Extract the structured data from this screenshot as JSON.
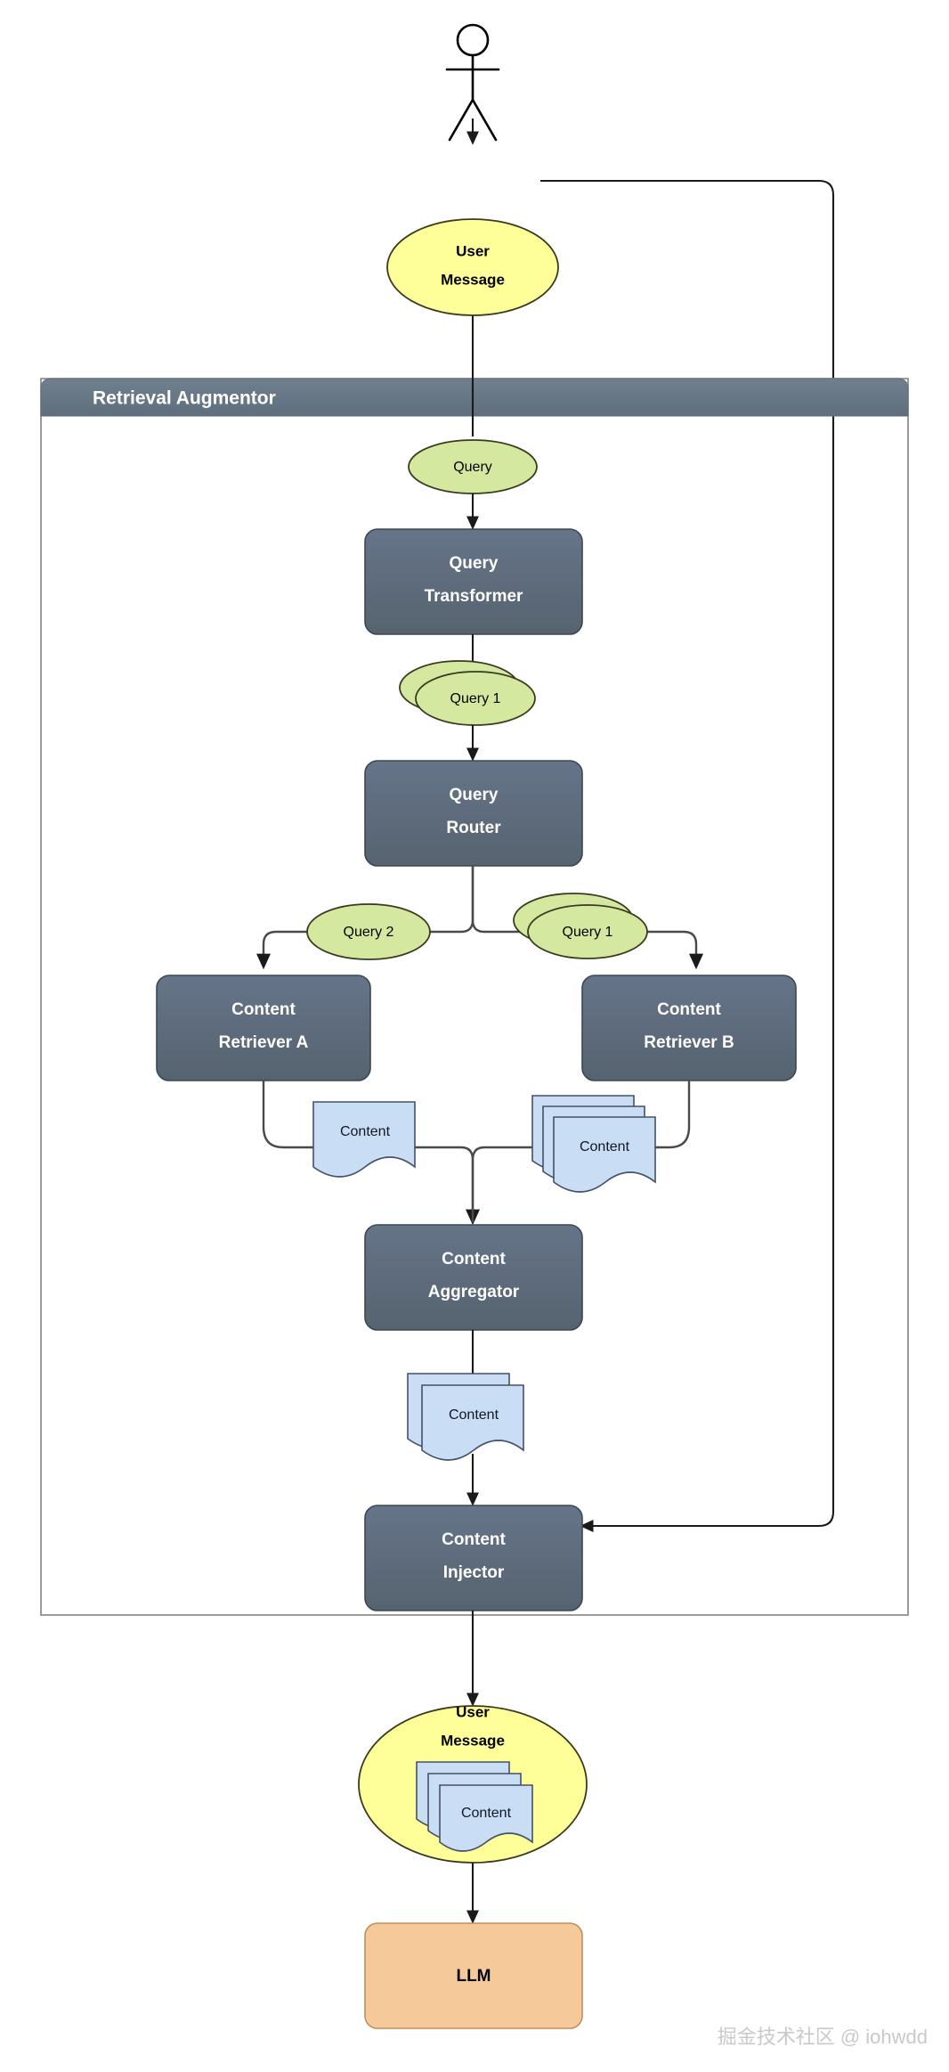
{
  "diagram": {
    "title": "Retrieval Augmentor",
    "type": "flowchart",
    "actor": {
      "name": "user-actor",
      "icon": "stick-figure-icon"
    },
    "group": {
      "label": "Retrieval Augmentor",
      "header_color": "#68788a",
      "border_color": "#8a8a8a"
    },
    "colors": {
      "process_fill": "#5d6b7a",
      "process_text": "#ffffff",
      "message_fill": "#ffff99",
      "query_fill": "#d5e8a0",
      "document_fill": "#c9ddf4",
      "llm_fill": "#f6c99a",
      "edge": "#1a1a1a"
    },
    "nodes": [
      {
        "id": "user-message-top",
        "label": "User Message",
        "shape": "ellipse",
        "fill": "#ffff99"
      },
      {
        "id": "query",
        "label": "Query",
        "shape": "ellipse",
        "fill": "#d5e8a0"
      },
      {
        "id": "query-transformer",
        "label": "Query Transformer",
        "line1": "Query",
        "line2": "Transformer",
        "shape": "rounded-rect",
        "fill": "#5d6b7a"
      },
      {
        "id": "query-1-stack",
        "label": "Query 1",
        "shape": "ellipse-stack",
        "fill": "#d5e8a0"
      },
      {
        "id": "query-router",
        "label": "Query Router",
        "line1": "Query",
        "line2": "Router",
        "shape": "rounded-rect",
        "fill": "#5d6b7a"
      },
      {
        "id": "query-2",
        "label": "Query 2",
        "shape": "ellipse",
        "fill": "#d5e8a0"
      },
      {
        "id": "query-1-branch",
        "label": "Query 1",
        "shape": "ellipse-stack",
        "fill": "#d5e8a0"
      },
      {
        "id": "content-retriever-a",
        "label": "Content Retriever A",
        "line1": "Content",
        "line2": "Retriever A",
        "shape": "rounded-rect",
        "fill": "#5d6b7a"
      },
      {
        "id": "content-retriever-b",
        "label": "Content Retriever B",
        "line1": "Content",
        "line2": "Retriever B",
        "shape": "rounded-rect",
        "fill": "#5d6b7a"
      },
      {
        "id": "content-doc-a",
        "label": "Content",
        "shape": "document",
        "fill": "#c9ddf4"
      },
      {
        "id": "content-doc-b",
        "label": "Content",
        "shape": "document-stack",
        "fill": "#c9ddf4"
      },
      {
        "id": "content-aggregator",
        "label": "Content Aggregator",
        "line1": "Content",
        "line2": "Aggregator",
        "shape": "rounded-rect",
        "fill": "#5d6b7a"
      },
      {
        "id": "content-doc-aggregated",
        "label": "Content",
        "shape": "document-stack",
        "fill": "#c9ddf4"
      },
      {
        "id": "content-injector",
        "label": "Content Injector",
        "line1": "Content",
        "line2": "Injector",
        "shape": "rounded-rect",
        "fill": "#5d6b7a"
      },
      {
        "id": "user-message-bottom",
        "label": "User Message",
        "line1": "User",
        "line2": "Message",
        "shape": "ellipse",
        "fill": "#ffff99"
      },
      {
        "id": "content-doc-final",
        "label": "Content",
        "shape": "document-stack",
        "fill": "#c9ddf4"
      },
      {
        "id": "llm",
        "label": "LLM",
        "shape": "rounded-rect",
        "fill": "#f6c99a"
      }
    ]
  },
  "watermark": {
    "text": "掘金技术社区 @ iohwdd"
  }
}
